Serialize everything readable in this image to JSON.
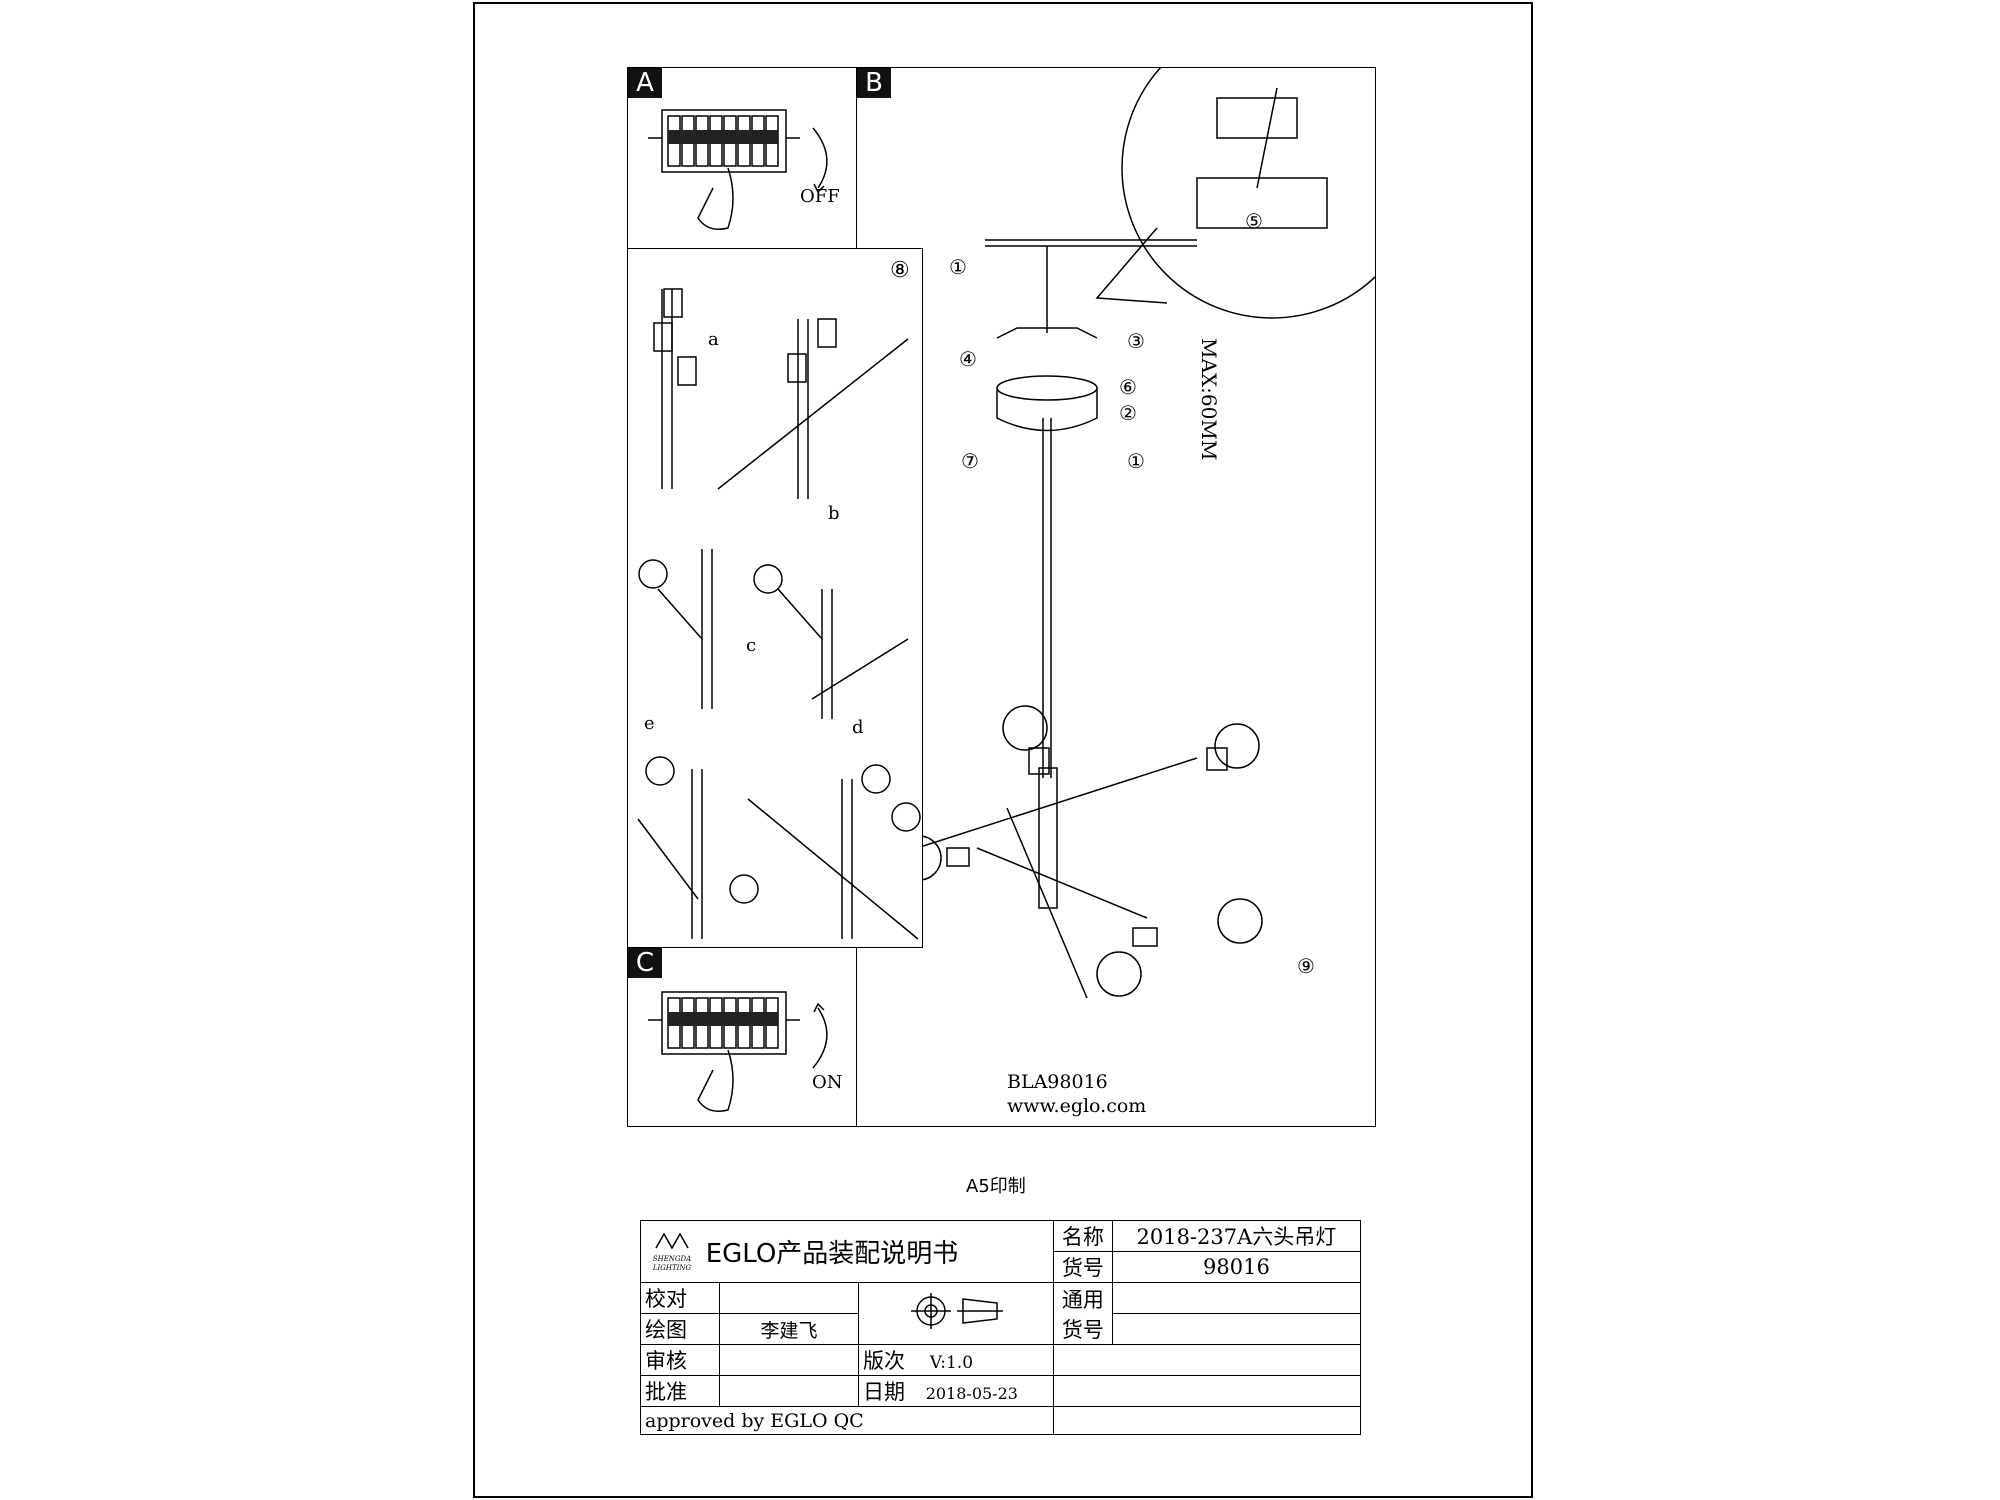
{
  "panels": {
    "a_tag": "A",
    "b_tag": "B",
    "c_tag": "C"
  },
  "breaker": {
    "off_label": "OFF",
    "on_label": "ON"
  },
  "steps": {
    "s1": "①",
    "s2": "②",
    "s3": "③",
    "s4": "④",
    "s5": "⑤",
    "s6": "⑥",
    "s7": "⑦",
    "s8": "⑧",
    "s9": "⑨",
    "a": "a",
    "b": "b",
    "c": "c",
    "d": "d",
    "e": "e"
  },
  "cable_max": "MAX:60MM",
  "model_code": "BLA98016",
  "website": "www.eglo.com",
  "print_note": "A5印制",
  "title_block": {
    "logo_text": "SHENGDA LIGHTING",
    "title": "EGLO产品装配说明书",
    "name_label": "名称",
    "name_value": "2018-237A六头吊灯",
    "check_label": "校对",
    "draw_label": "绘图",
    "drawer": "李建飞",
    "item_no_label": "货号",
    "item_no_value": "98016",
    "review_label": "审核",
    "version_label": "版次",
    "version_value": "V:1.0",
    "general_item_label": "通用货号",
    "approve_label": "批准",
    "date_label": "日期",
    "date_value": "2018-05-23",
    "approved_by": "approved by EGLO QC"
  },
  "colors": {
    "line": "#000000",
    "tag_bg": "#111111"
  }
}
